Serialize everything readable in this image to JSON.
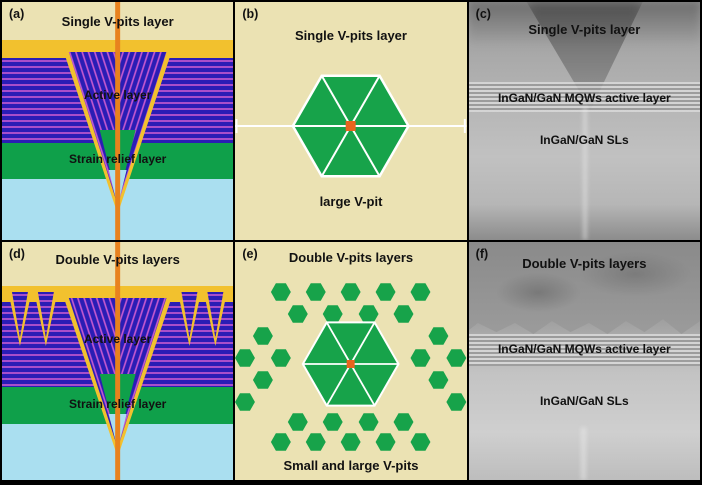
{
  "panels": {
    "a": {
      "tag": "(a)",
      "title": "Single V-pits layer",
      "active_label": "Active layer",
      "strain_label": "Strain relief layer"
    },
    "b": {
      "tag": "(b)",
      "title": "Single V-pits layer",
      "caption": "large V-pit"
    },
    "c": {
      "tag": "(c)",
      "title": "Single V-pits layer",
      "mqw_label": "InGaN/GaN MQWs active layer",
      "sls_label": "InGaN/GaN SLs"
    },
    "d": {
      "tag": "(d)",
      "title": "Double V-pits layers",
      "active_label": "Active layer",
      "strain_label": "Strain relief layer"
    },
    "e": {
      "tag": "(e)",
      "title": "Double V-pits layers",
      "caption": "Small and large V-pits"
    },
    "f": {
      "tag": "(f)",
      "title": "Double V-pits layers",
      "mqw_label": "InGaN/GaN MQWs active layer",
      "sls_label": "InGaN/GaN SLs"
    }
  },
  "colors": {
    "panel_cream": "#ebe2b3",
    "layer_yellow": "#f2c12e",
    "layer_blue": "#2a1db5",
    "mqw_stripe_pink": "#c85ad0",
    "layer_green": "#0fa04a",
    "layer_lightblue": "#aadff0",
    "dislocation_orange": "#e8821e",
    "hexagon_green": "#17a34a",
    "pit_center_orange": "#e8641e",
    "sem_gray": "#b3b3b3"
  }
}
